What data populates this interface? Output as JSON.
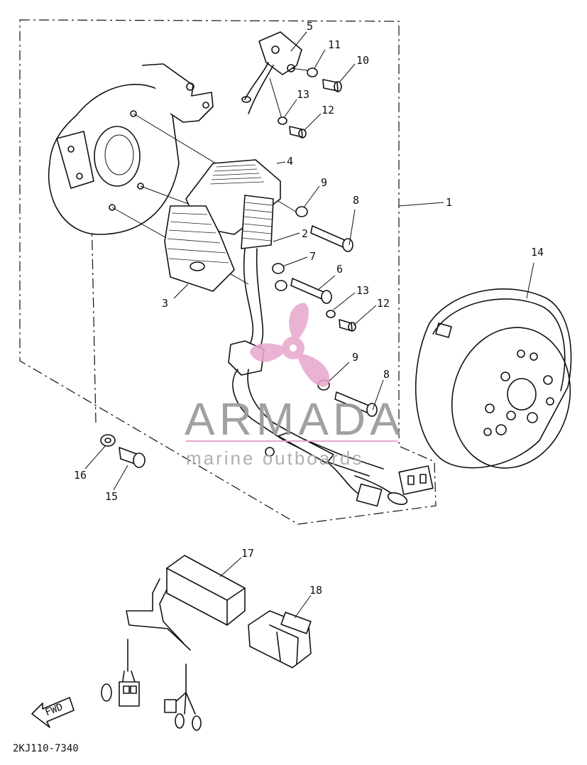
{
  "diagram": {
    "part_number_code": "2KJ110-7340",
    "fwd_label": "FWD",
    "callouts": [
      {
        "id": "c1",
        "text": "1"
      },
      {
        "id": "c2",
        "text": "2"
      },
      {
        "id": "c3",
        "text": "3"
      },
      {
        "id": "c4",
        "text": "4"
      },
      {
        "id": "c5",
        "text": "5"
      },
      {
        "id": "c6",
        "text": "6"
      },
      {
        "id": "c7",
        "text": "7"
      },
      {
        "id": "c8a",
        "text": "8"
      },
      {
        "id": "c8b",
        "text": "8"
      },
      {
        "id": "c9a",
        "text": "9"
      },
      {
        "id": "c9b",
        "text": "9"
      },
      {
        "id": "c10",
        "text": "10"
      },
      {
        "id": "c11",
        "text": "11"
      },
      {
        "id": "c12a",
        "text": "12"
      },
      {
        "id": "c12b",
        "text": "12"
      },
      {
        "id": "c13a",
        "text": "13"
      },
      {
        "id": "c13b",
        "text": "13"
      },
      {
        "id": "c14",
        "text": "14"
      },
      {
        "id": "c15",
        "text": "15"
      },
      {
        "id": "c16",
        "text": "16"
      },
      {
        "id": "c17",
        "text": "17"
      },
      {
        "id": "c18",
        "text": "18"
      }
    ]
  },
  "watermark": {
    "brand": "ARMADA",
    "tagline": "marine outboards",
    "color": "#e8a6cc"
  }
}
